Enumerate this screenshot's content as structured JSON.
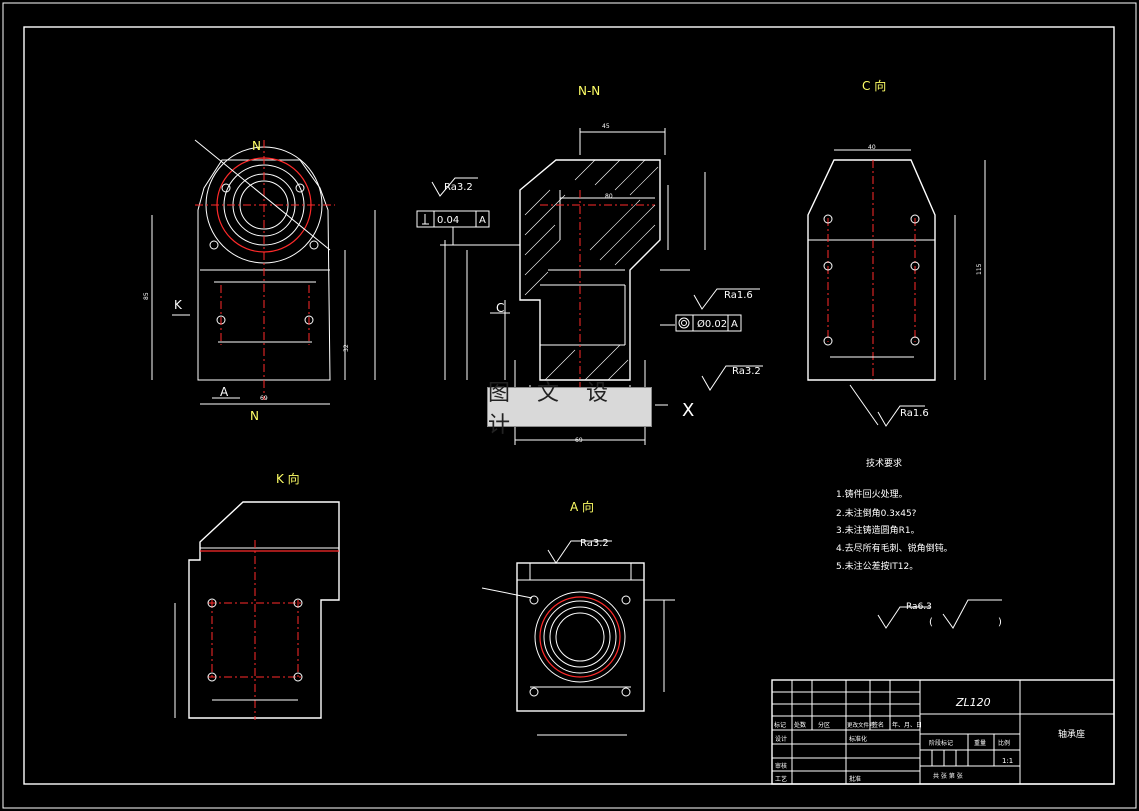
{
  "views": {
    "section_nn": "N-N",
    "view_c": "C 向",
    "view_k": "K 向",
    "view_a": "A 向",
    "label_n_top": "N",
    "label_n_bottom": "N",
    "label_k": "K",
    "label_a": "A",
    "label_c": "C",
    "label_x": "X"
  },
  "roughness": {
    "ra32_left": "Ra3.2",
    "ra16_section": "Ra1.6",
    "ra32_right": "Ra3.2",
    "ra16_c": "Ra1.6",
    "ra32_a": "Ra3.2",
    "ra63": "Ra6.3"
  },
  "tolerance": {
    "perp_value": "0.04",
    "perp_datum": "A",
    "conc_value": "Ø0.02",
    "conc_datum": "A"
  },
  "dimensions": {
    "d45": "45",
    "d80": "80",
    "d40": "40",
    "d69_front": "69",
    "d69_section": "69",
    "d32": "32",
    "d85": "85",
    "d115": "115"
  },
  "tech_requirements": {
    "title": "技术要求",
    "items": [
      "1.铸件回火处理。",
      "2.未注倒角0.3x45?",
      "3.未注铸造圆角R1。",
      "4.去尽所有毛刺、锐角倒钝。",
      "5.未注公差按IT12。"
    ]
  },
  "title_block": {
    "drawing_no": "ZL120",
    "part_name": "轴承座",
    "scale": "1:1",
    "h_mark": "标记",
    "h_count": "处数",
    "h_zone": "分区",
    "h_doc": "更改文件号",
    "h_sign": "签名",
    "h_date": "年、月、日",
    "h_design": "设计",
    "h_std": "标准化",
    "h_review": "审核",
    "h_process": "工艺",
    "h_approve": "批准",
    "h_stage": "阶段标记",
    "h_weight": "重量",
    "h_ratio": "比例",
    "h_sheet": "共 张 第 张"
  },
  "watermark": "图 文 设 计"
}
